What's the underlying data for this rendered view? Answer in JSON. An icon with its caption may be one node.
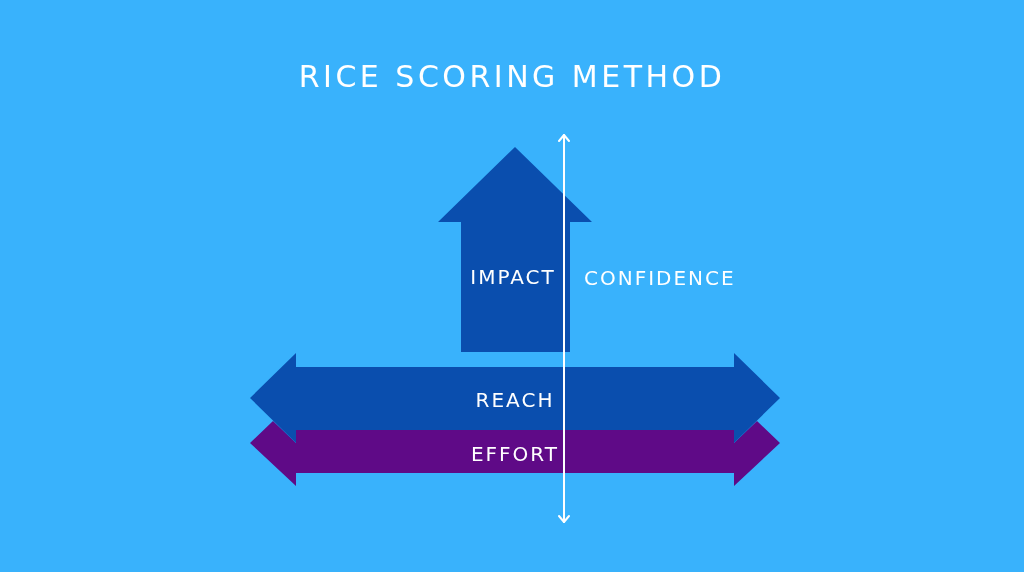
{
  "diagram": {
    "title": "RICE SCORING METHOD",
    "nodes": [
      {
        "text": [
          "IMPACT"
        ]
      },
      {
        "text": [
          "REACH"
        ]
      },
      {
        "text": [
          "EFFORT"
        ]
      }
    ],
    "labels": [
      "CONFIDENCE"
    ]
  }
}
